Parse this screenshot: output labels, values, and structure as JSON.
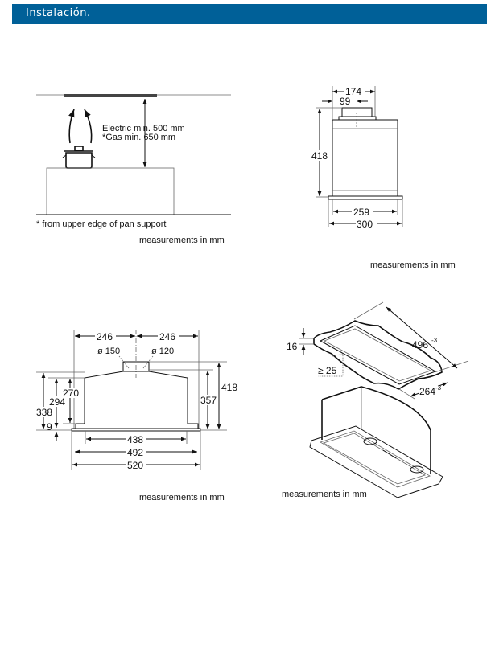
{
  "header": {
    "title": "Instalación.",
    "color": "#006098"
  },
  "diagram_clearance": {
    "electric": "Electric min. 500 mm",
    "gas": "*Gas min. 650 mm",
    "footnote": "* from upper edge of pan support",
    "units": "measurements in mm"
  },
  "diagram_side": {
    "dims": {
      "d174": "174",
      "d99": "99",
      "d418": "418",
      "d259": "259",
      "d300": "300"
    },
    "units": "measurements in mm"
  },
  "diagram_front": {
    "dims": {
      "left246": "246",
      "right246": "246",
      "dia150": "ø 150",
      "dia120": "ø 120",
      "d418": "418",
      "d357": "357",
      "d338": "338",
      "d294": "294",
      "d270": "270",
      "d9": "9",
      "d438": "438",
      "d492": "492",
      "d520": "520"
    },
    "units": "measurements in mm"
  },
  "diagram_cutout": {
    "dims": {
      "d16": "16",
      "d25": "≥ 25",
      "d496": "496",
      "d496_tol": "-3",
      "d264": "264",
      "d264_tol": "-3"
    },
    "units": "measurements in mm"
  }
}
